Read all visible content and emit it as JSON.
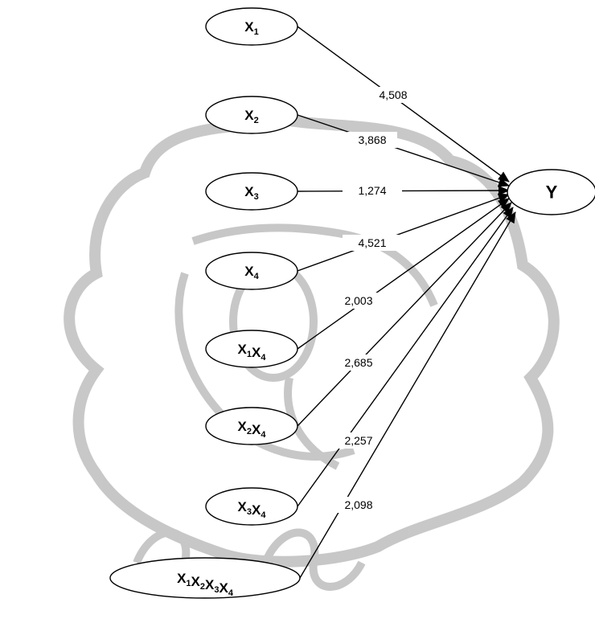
{
  "nodes": [
    {
      "id": "x1",
      "parts": [
        {
          "t": "X",
          "s": "1"
        }
      ]
    },
    {
      "id": "x2",
      "parts": [
        {
          "t": "X",
          "s": "2"
        }
      ]
    },
    {
      "id": "x3",
      "parts": [
        {
          "t": "X",
          "s": "3"
        }
      ]
    },
    {
      "id": "x4",
      "parts": [
        {
          "t": "X",
          "s": "4"
        }
      ]
    },
    {
      "id": "x1x4",
      "parts": [
        {
          "t": "X",
          "s": "1"
        },
        {
          "t": "X",
          "s": "4"
        }
      ]
    },
    {
      "id": "x2x4",
      "parts": [
        {
          "t": "X",
          "s": "2"
        },
        {
          "t": "X",
          "s": "4"
        }
      ]
    },
    {
      "id": "x3x4",
      "parts": [
        {
          "t": "X",
          "s": "3"
        },
        {
          "t": "X",
          "s": "4"
        }
      ]
    },
    {
      "id": "x1x2x3x4",
      "parts": [
        {
          "t": "X",
          "s": "1"
        },
        {
          "t": "X",
          "s": "2"
        },
        {
          "t": "X",
          "s": "3"
        },
        {
          "t": "X",
          "s": "4"
        }
      ]
    },
    {
      "id": "y",
      "parts": [
        {
          "t": "Y",
          "s": ""
        }
      ]
    }
  ],
  "edges": [
    {
      "from": "x1",
      "to": "y",
      "value": "4,508"
    },
    {
      "from": "x2",
      "to": "y",
      "value": "3,868"
    },
    {
      "from": "x3",
      "to": "y",
      "value": "1,274"
    },
    {
      "from": "x4",
      "to": "y",
      "value": "4,521"
    },
    {
      "from": "x1x4",
      "to": "y",
      "value": "2,003"
    },
    {
      "from": "x2x4",
      "to": "y",
      "value": "2,685"
    },
    {
      "from": "x3x4",
      "to": "y",
      "value": "2,257"
    },
    {
      "from": "x1x2x3x4",
      "to": "y",
      "value": "2,098"
    }
  ]
}
